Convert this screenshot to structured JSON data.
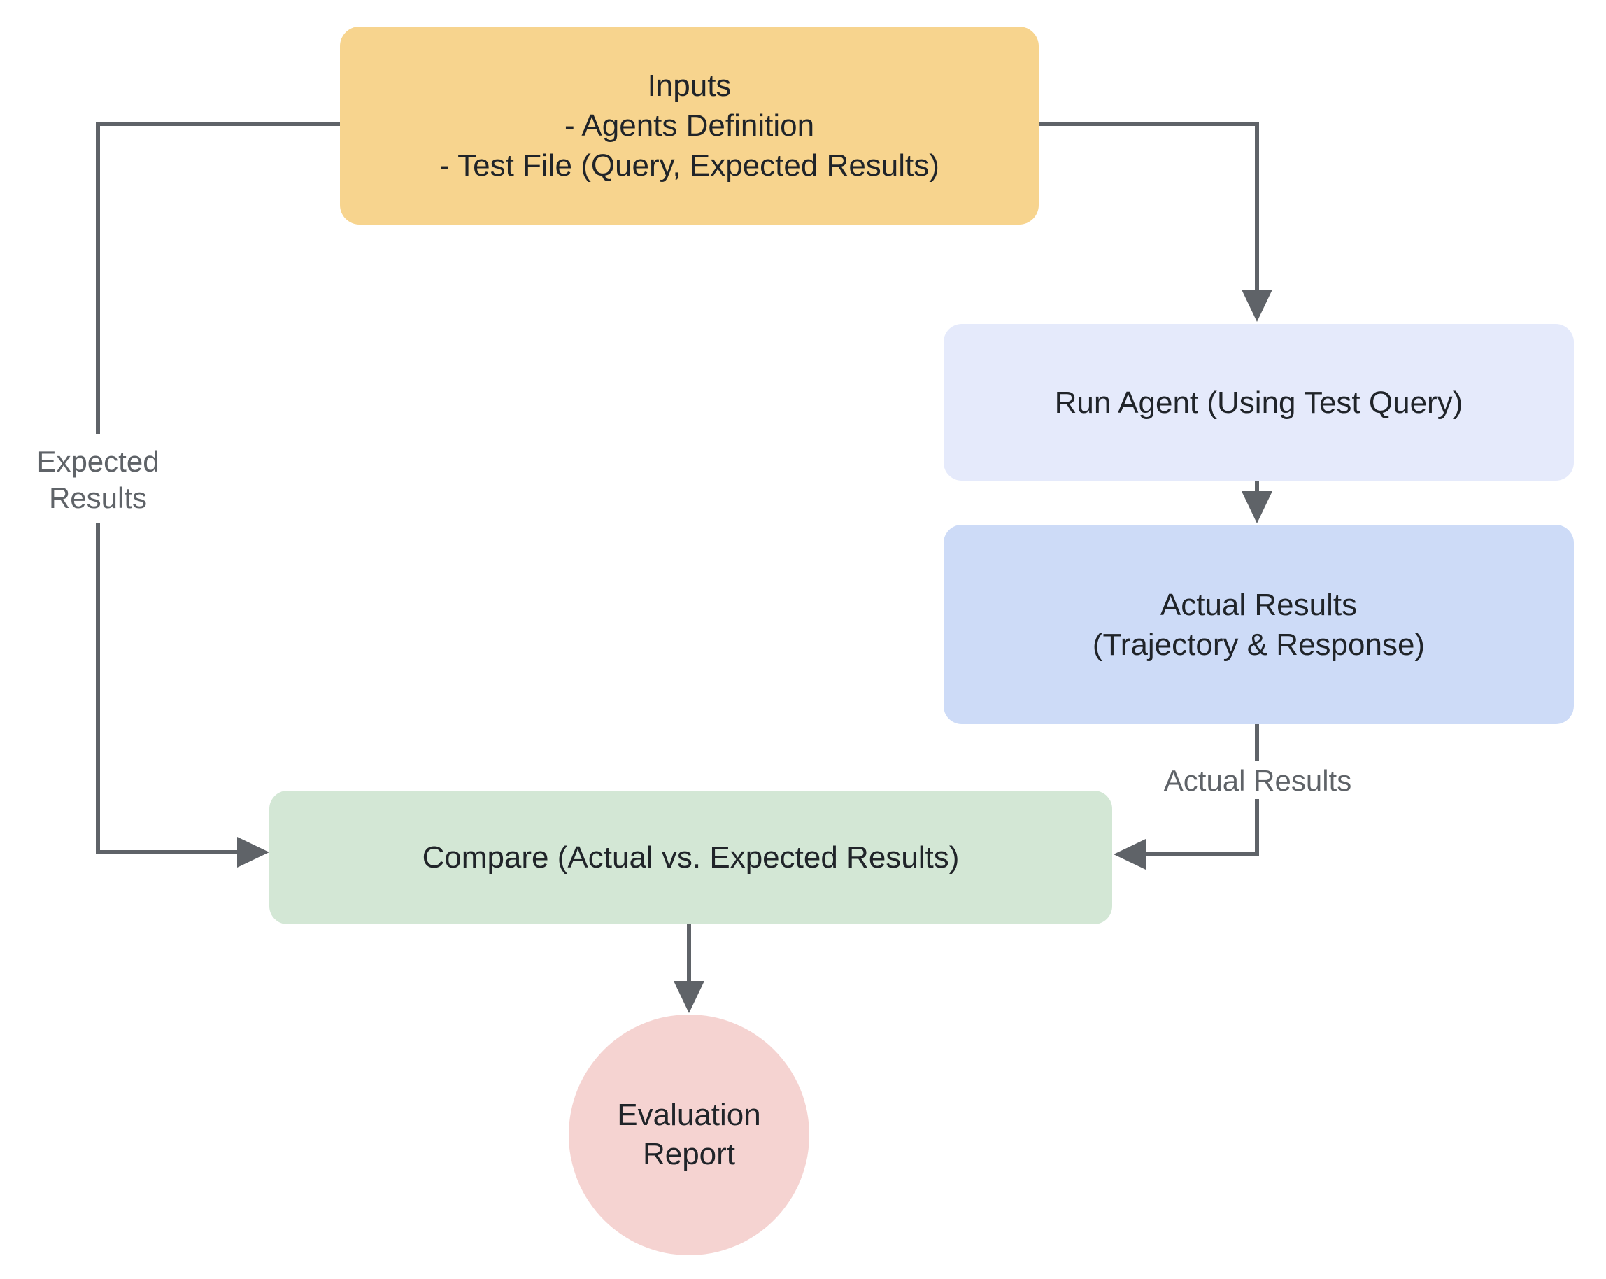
{
  "connector": {
    "color": "#5F6368"
  },
  "text_color": "#202429",
  "nodes": {
    "inputs": {
      "fill": "#F7D48E",
      "lines": [
        "Inputs",
        "- Agents Definition",
        "- Test File (Query, Expected Results)"
      ]
    },
    "run_agent": {
      "fill": "#E5EAFB",
      "label": "Run Agent (Using Test Query)"
    },
    "actual_results": {
      "fill": "#CDDBF7",
      "lines": [
        "Actual Results",
        "(Trajectory & Response)"
      ]
    },
    "compare": {
      "fill": "#D3E7D5",
      "label": "Compare (Actual vs. Expected Results)"
    },
    "evaluation_report": {
      "fill": "#F5D3D1",
      "lines": [
        "Evaluation",
        "Report"
      ]
    }
  },
  "edge_labels": {
    "expected_results": {
      "lines": [
        "Expected",
        "Results"
      ],
      "color": "#5F6368"
    },
    "actual_results": {
      "label": "Actual Results",
      "color": "#5F6368"
    }
  }
}
